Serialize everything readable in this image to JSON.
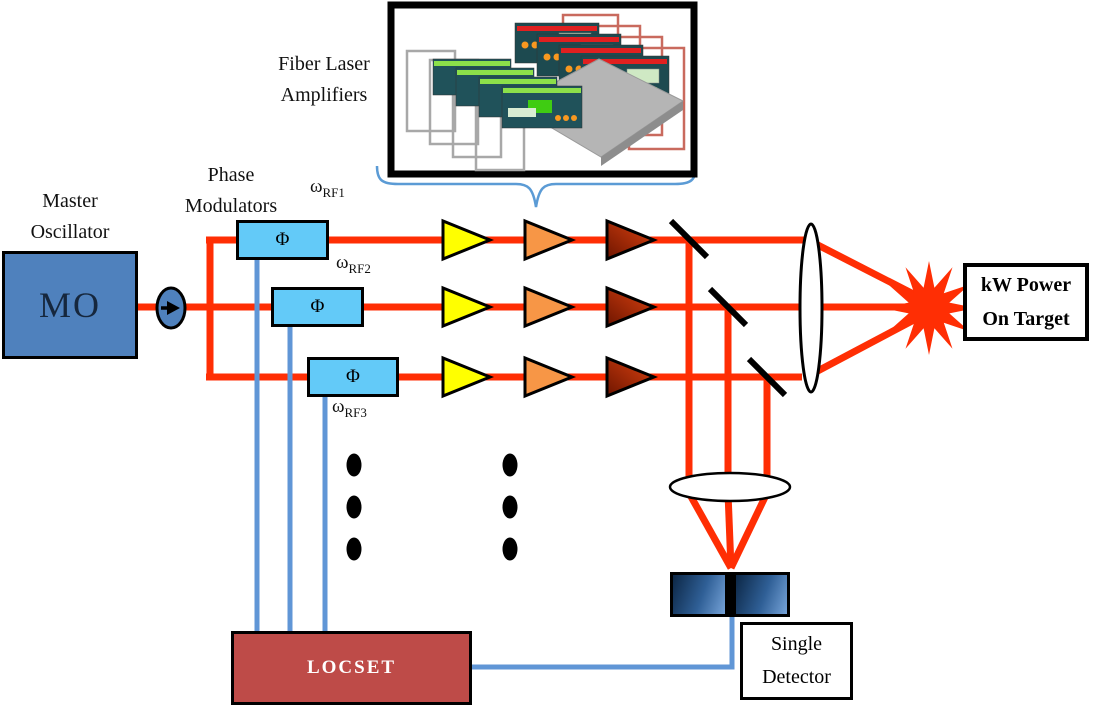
{
  "labels": {
    "master_oscillator": {
      "l1": "Master",
      "l2": "Oscillator"
    },
    "phase_modulators": {
      "l1": "Phase",
      "l2": "Modulators"
    },
    "fiber_laser_amplifiers": {
      "l1": "Fiber Laser",
      "l2": "Amplifiers"
    },
    "kw_power_on_target": {
      "l1": "kW Power",
      "l2": "On Target"
    },
    "single_detector": {
      "l1": "Single",
      "l2": "Detector"
    }
  },
  "nodes": {
    "mo_box": "MO",
    "locset_box": "LOCSET"
  },
  "modulators": [
    {
      "phi": "Φ",
      "omega": "ω",
      "rf": "RF1"
    },
    {
      "phi": "Φ",
      "omega": "ω",
      "rf": "RF2"
    },
    {
      "phi": "Φ",
      "omega": "ω",
      "rf": "RF3"
    }
  ],
  "colors": {
    "beam_red": "#FF2E04",
    "control_blue": "#6096D6",
    "mo_fill": "#4F81BD",
    "modulator_fill": "#63CAF8",
    "locset_fill": "#BE4B48",
    "amp_stage1_yellow": "#FFFF00",
    "amp_stage2_orange": "#F79646",
    "amp_stage3_darkred": "#C0390E",
    "brace_blue": "#5B9BD5",
    "detector_dark": "#0C2746",
    "detector_light": "#76A3D8"
  }
}
